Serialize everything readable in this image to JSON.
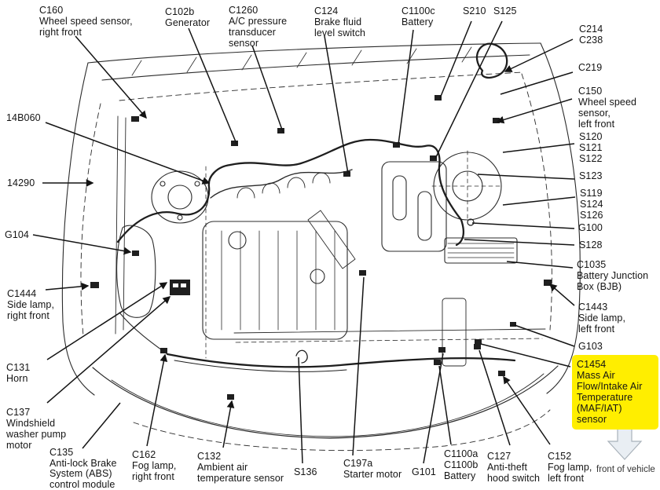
{
  "labels": {
    "c160": "C160\nWheel speed sensor,\nright front",
    "c102b": "C102b\nGenerator",
    "c1260": "C1260\nA/C pressure\ntransducer\nsensor",
    "c124": "C124\nBrake fluid\nlevel switch",
    "c1100c": "C1100c\nBattery",
    "s210": "S210",
    "s125": "S125",
    "c214_c238": "C214\nC238",
    "c219": "C219",
    "c150": "C150\nWheel speed\nsensor,\nleft front",
    "s120_s121_s122": "S120\nS121\nS122",
    "s123": "S123",
    "s119_s124_s126": "S119\nS124\nS126",
    "g100": "G100",
    "s128": "S128",
    "c1035": "C1035\nBattery Junction\nBox (BJB)",
    "c1443": "C1443\nSide lamp,\nleft front",
    "g103": "G103",
    "c1454": "C1454\nMass Air\nFlow/Intake Air\nTemperature\n(MAF/IAT) sensor",
    "p14b060": "14B060",
    "p14290": "14290",
    "g104": "G104",
    "c1444": "C1444\nSide lamp,\nright front",
    "c131": "C131\nHorn",
    "c137": "C137\nWindshield\nwasher pump\nmotor",
    "c135": "C135\nAnti-lock Brake\nSystem (ABS)\ncontrol module",
    "c162": "C162\nFog lamp,\nright front",
    "c132": "C132\nAmbient air\ntemperature sensor",
    "s136": "S136",
    "c197a": "C197a\nStarter motor",
    "g101": "G101",
    "c1100a_b": "C1100a\nC1100b\nBattery",
    "c127": "C127\nAnti-theft\nhood switch",
    "c152": "C152\nFog lamp,\nleft front"
  },
  "front_arrow": {
    "label": "front of vehicle"
  },
  "colors": {
    "highlight": "#ffee00",
    "line_art": "#2b2b2b",
    "leader": "#141414",
    "arrow_fill": "#e9eef3"
  }
}
